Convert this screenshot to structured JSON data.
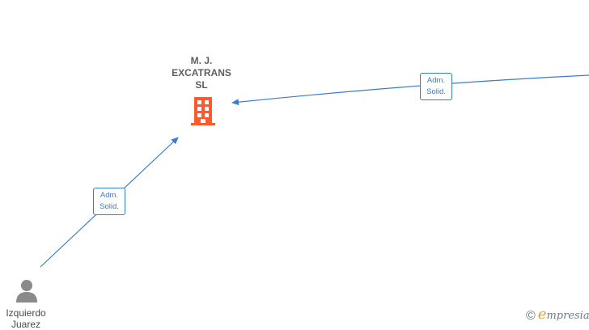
{
  "company": {
    "name_lines": [
      "M. J.",
      "EXCATRANS",
      "SL"
    ],
    "icon": "building-icon",
    "color": "#ff5a2c"
  },
  "person": {
    "name_lines": [
      "Izquierdo",
      "Juarez"
    ],
    "icon": "person-icon",
    "color": "#8a8a8a"
  },
  "relations": [
    {
      "line1": "Adm.",
      "line2": "Solid."
    },
    {
      "line1": "Adm.",
      "line2": "Solid."
    }
  ],
  "edge_color": "#3a7bd5",
  "brand": {
    "copyright": "©",
    "initial": "e",
    "rest": "mpresia"
  }
}
